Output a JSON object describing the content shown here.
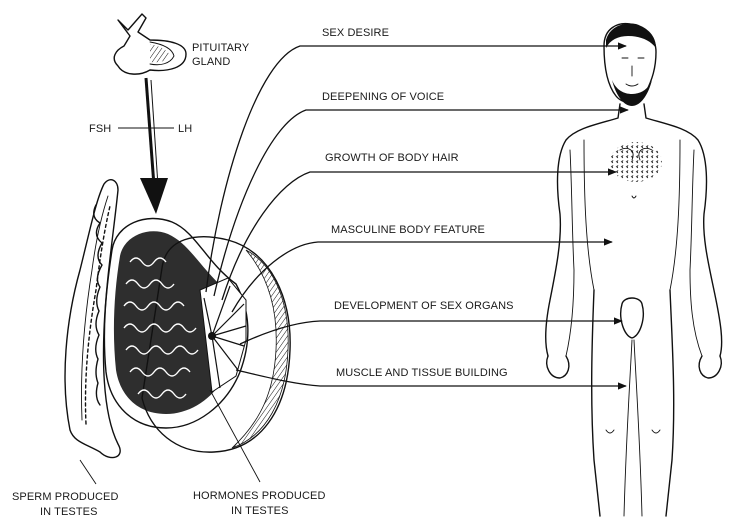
{
  "pituitary": {
    "label_line1": "PITUITARY",
    "label_line2": "GLAND",
    "hormone_left": "FSH",
    "hormone_right": "LH"
  },
  "effects": [
    "SEX DESIRE",
    "DEEPENING OF VOICE",
    "GROWTH OF BODY HAIR",
    "MASCULINE BODY FEATURE",
    "DEVELOPMENT OF SEX ORGANS",
    "MUSCLE AND TISSUE BUILDING"
  ],
  "bottom_labels": {
    "sperm_line1": "SPERM PRODUCED",
    "sperm_line2": "IN TESTES",
    "hormones_line1": "HORMONES PRODUCED",
    "hormones_line2": "IN TESTES"
  },
  "colors": {
    "ink": "#111111",
    "background": "#ffffff"
  }
}
